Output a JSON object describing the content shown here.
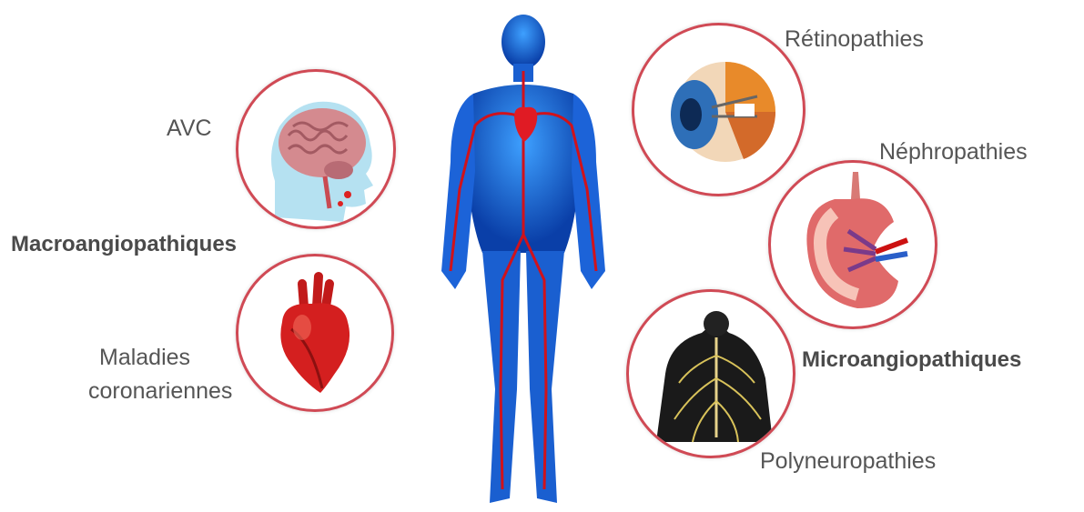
{
  "labels": {
    "avc": "AVC",
    "macro": "Macroangiopathiques",
    "maladies_line1": "Maladies",
    "maladies_line2": "coronariennes",
    "retino": "Rétinopathies",
    "nephro": "Néphropathies",
    "micro": "Microangiopathiques",
    "polyneuro": "Polyneuropathies"
  },
  "colors": {
    "circle_border": "#d04a55",
    "body_blue": "#1f6fe0",
    "vessel_red": "#d0121b"
  },
  "icons": [
    "brain-head-icon",
    "heart-icon",
    "eye-icon",
    "kidney-icon",
    "nerves-back-icon",
    "human-body-icon"
  ]
}
